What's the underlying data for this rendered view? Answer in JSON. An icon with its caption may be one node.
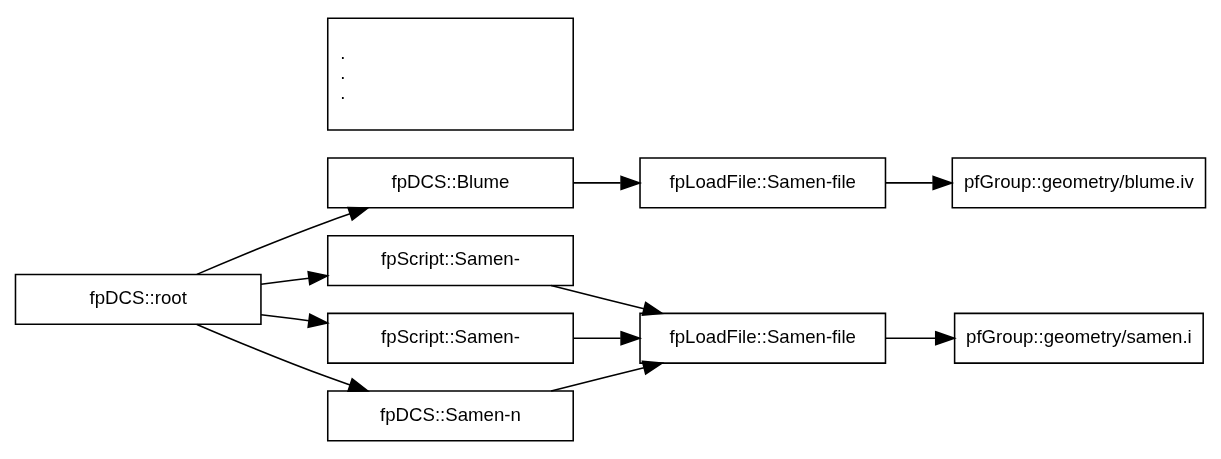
{
  "diagram": {
    "nodes": [
      {
        "text": [
          "fpDCS::root"
        ]
      },
      {
        "text": [
          "fpDCS::Blume"
        ]
      },
      {
        "text": [
          "fpLoadFile::Samen-file"
        ]
      },
      {
        "text": [
          "pfGroup::geometry/blume.iv"
        ]
      },
      {
        "text": [
          "fpScript::Samen-"
        ]
      },
      {
        "text": [
          "fpLoadFile::Samen-file"
        ]
      },
      {
        "text": [
          "pfGroup::geometry/samen.i"
        ]
      },
      {
        "text": [
          "fpScript::Samen-"
        ]
      },
      {
        "text": [
          ". . ."
        ]
      },
      {
        "text": [
          "fpDCS::Samen-n"
        ]
      }
    ],
    "edges": [
      {
        "from": 0,
        "to": 1,
        "arrow": "to"
      },
      {
        "from": 1,
        "to": 2,
        "arrow": "to"
      },
      {
        "from": 2,
        "to": 3,
        "arrow": "to"
      },
      {
        "from": 0,
        "to": 4,
        "arrow": "to"
      },
      {
        "from": 4,
        "to": 5,
        "arrow": "to"
      },
      {
        "from": 5,
        "to": 6,
        "arrow": "to"
      },
      {
        "from": 0,
        "to": 7,
        "arrow": "to"
      },
      {
        "from": 7,
        "to": 5,
        "arrow": "to"
      },
      {
        "from": 0,
        "to": 9,
        "arrow": "to"
      },
      {
        "from": 9,
        "to": 5,
        "arrow": "to"
      }
    ]
  }
}
